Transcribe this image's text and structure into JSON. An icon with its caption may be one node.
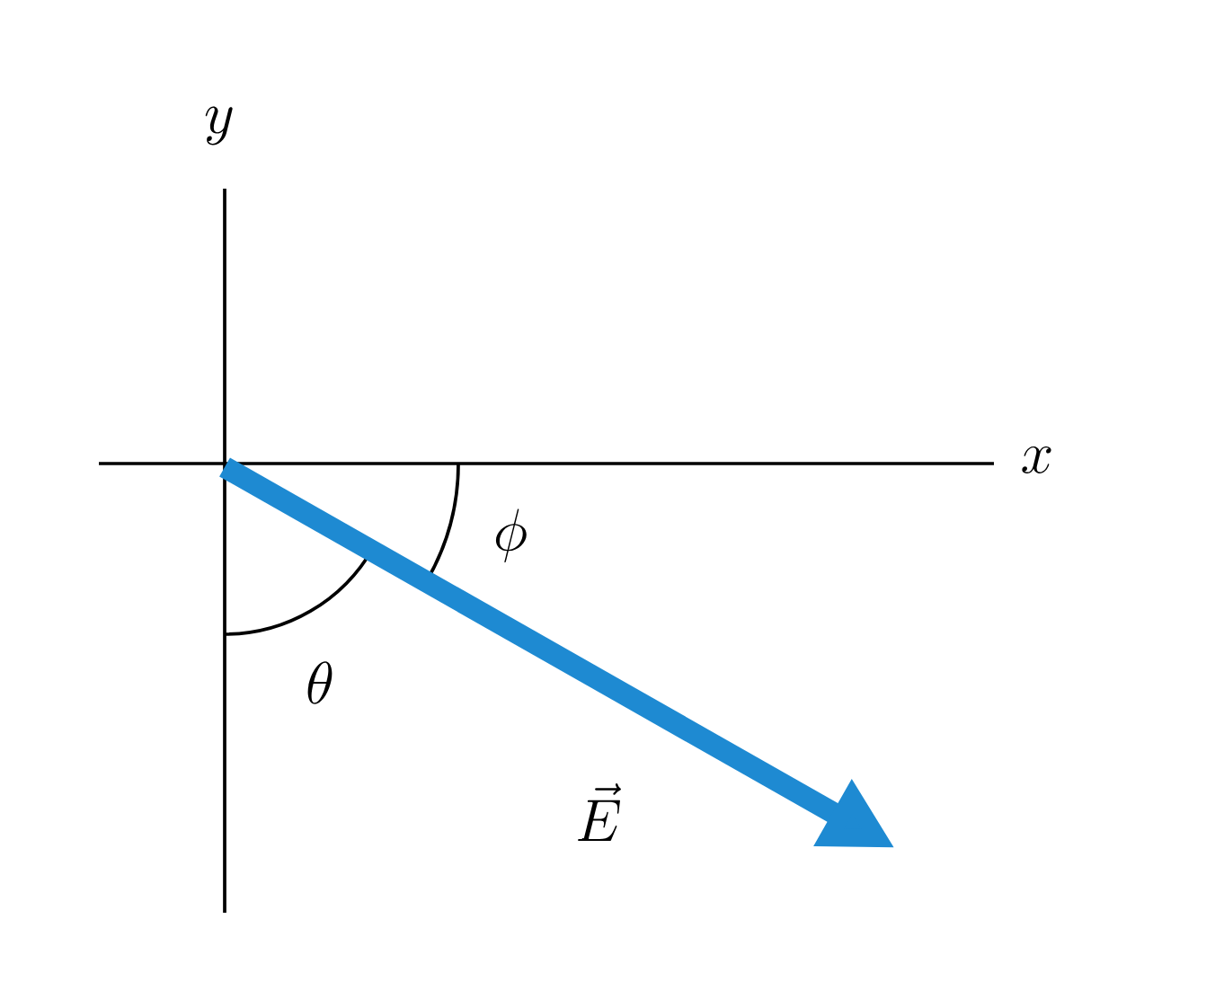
{
  "diagram": {
    "labels": [
      "y",
      "x",
      "\\phi",
      "\\theta",
      "\\vec{E}"
    ]
  }
}
